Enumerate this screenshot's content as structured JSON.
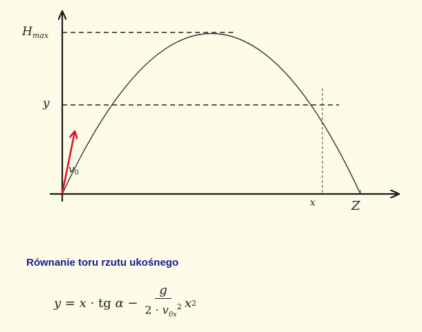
{
  "diagram": {
    "labels": {
      "hmax_main": "H",
      "hmax_sub": "max",
      "y": "y",
      "v0_main": "v",
      "v0_sub": "0",
      "x": "x",
      "z": "Z"
    },
    "colors": {
      "axis": "#1a1a1a",
      "curve": "#333333",
      "velocity_arrow": "#e8102a",
      "heading": "#1a1a8c",
      "background": "#fcfce8"
    }
  },
  "text": {
    "heading": "Równanie toru rzutu ukośnego",
    "formula": {
      "lhs": "y",
      "eq": " = ",
      "x": "x",
      "dot1": " · ",
      "tg": "tg ",
      "alpha": "α",
      "minus": " − ",
      "numerator": "g",
      "den_coef": "2 · ",
      "den_v": "v",
      "den_sub": "0x",
      "den_sup": "2",
      "tail_x": "x",
      "tail_sup": "2"
    }
  }
}
